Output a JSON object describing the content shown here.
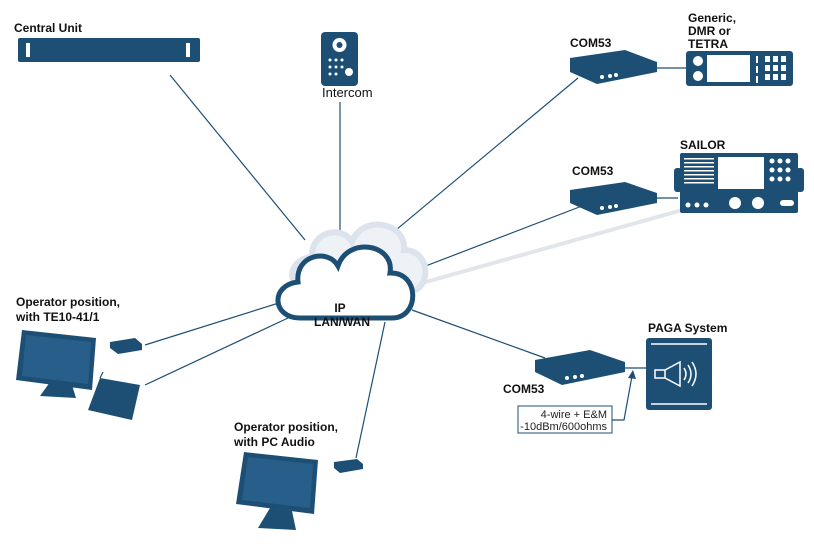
{
  "central_unit": {
    "label": "Central Unit"
  },
  "intercom": {
    "label": "Intercom"
  },
  "network": {
    "line1": "IP",
    "line2": "LAN/WAN"
  },
  "radio_generic": {
    "gateway_label": "COM53",
    "device_label_lines": [
      "Generic,",
      "DMR or",
      "TETRA"
    ]
  },
  "radio_sailor": {
    "gateway_label": "COM53",
    "device_label": "SAILOR"
  },
  "paga": {
    "gateway_label": "COM53",
    "device_label": "PAGA System",
    "interface_lines": [
      "4-wire + E&M",
      "-10dBm/600ohms"
    ]
  },
  "operator_te10": {
    "label_lines": [
      "Operator position,",
      "with TE10-41/1"
    ]
  },
  "operator_pc": {
    "label_lines": [
      "Operator position,",
      "with PC Audio"
    ]
  },
  "colors": {
    "device": "#1d4f75",
    "line": "#1d4f75",
    "cloud_outline": "#1d4f75",
    "cloud_shadow": "#d8dee8"
  }
}
